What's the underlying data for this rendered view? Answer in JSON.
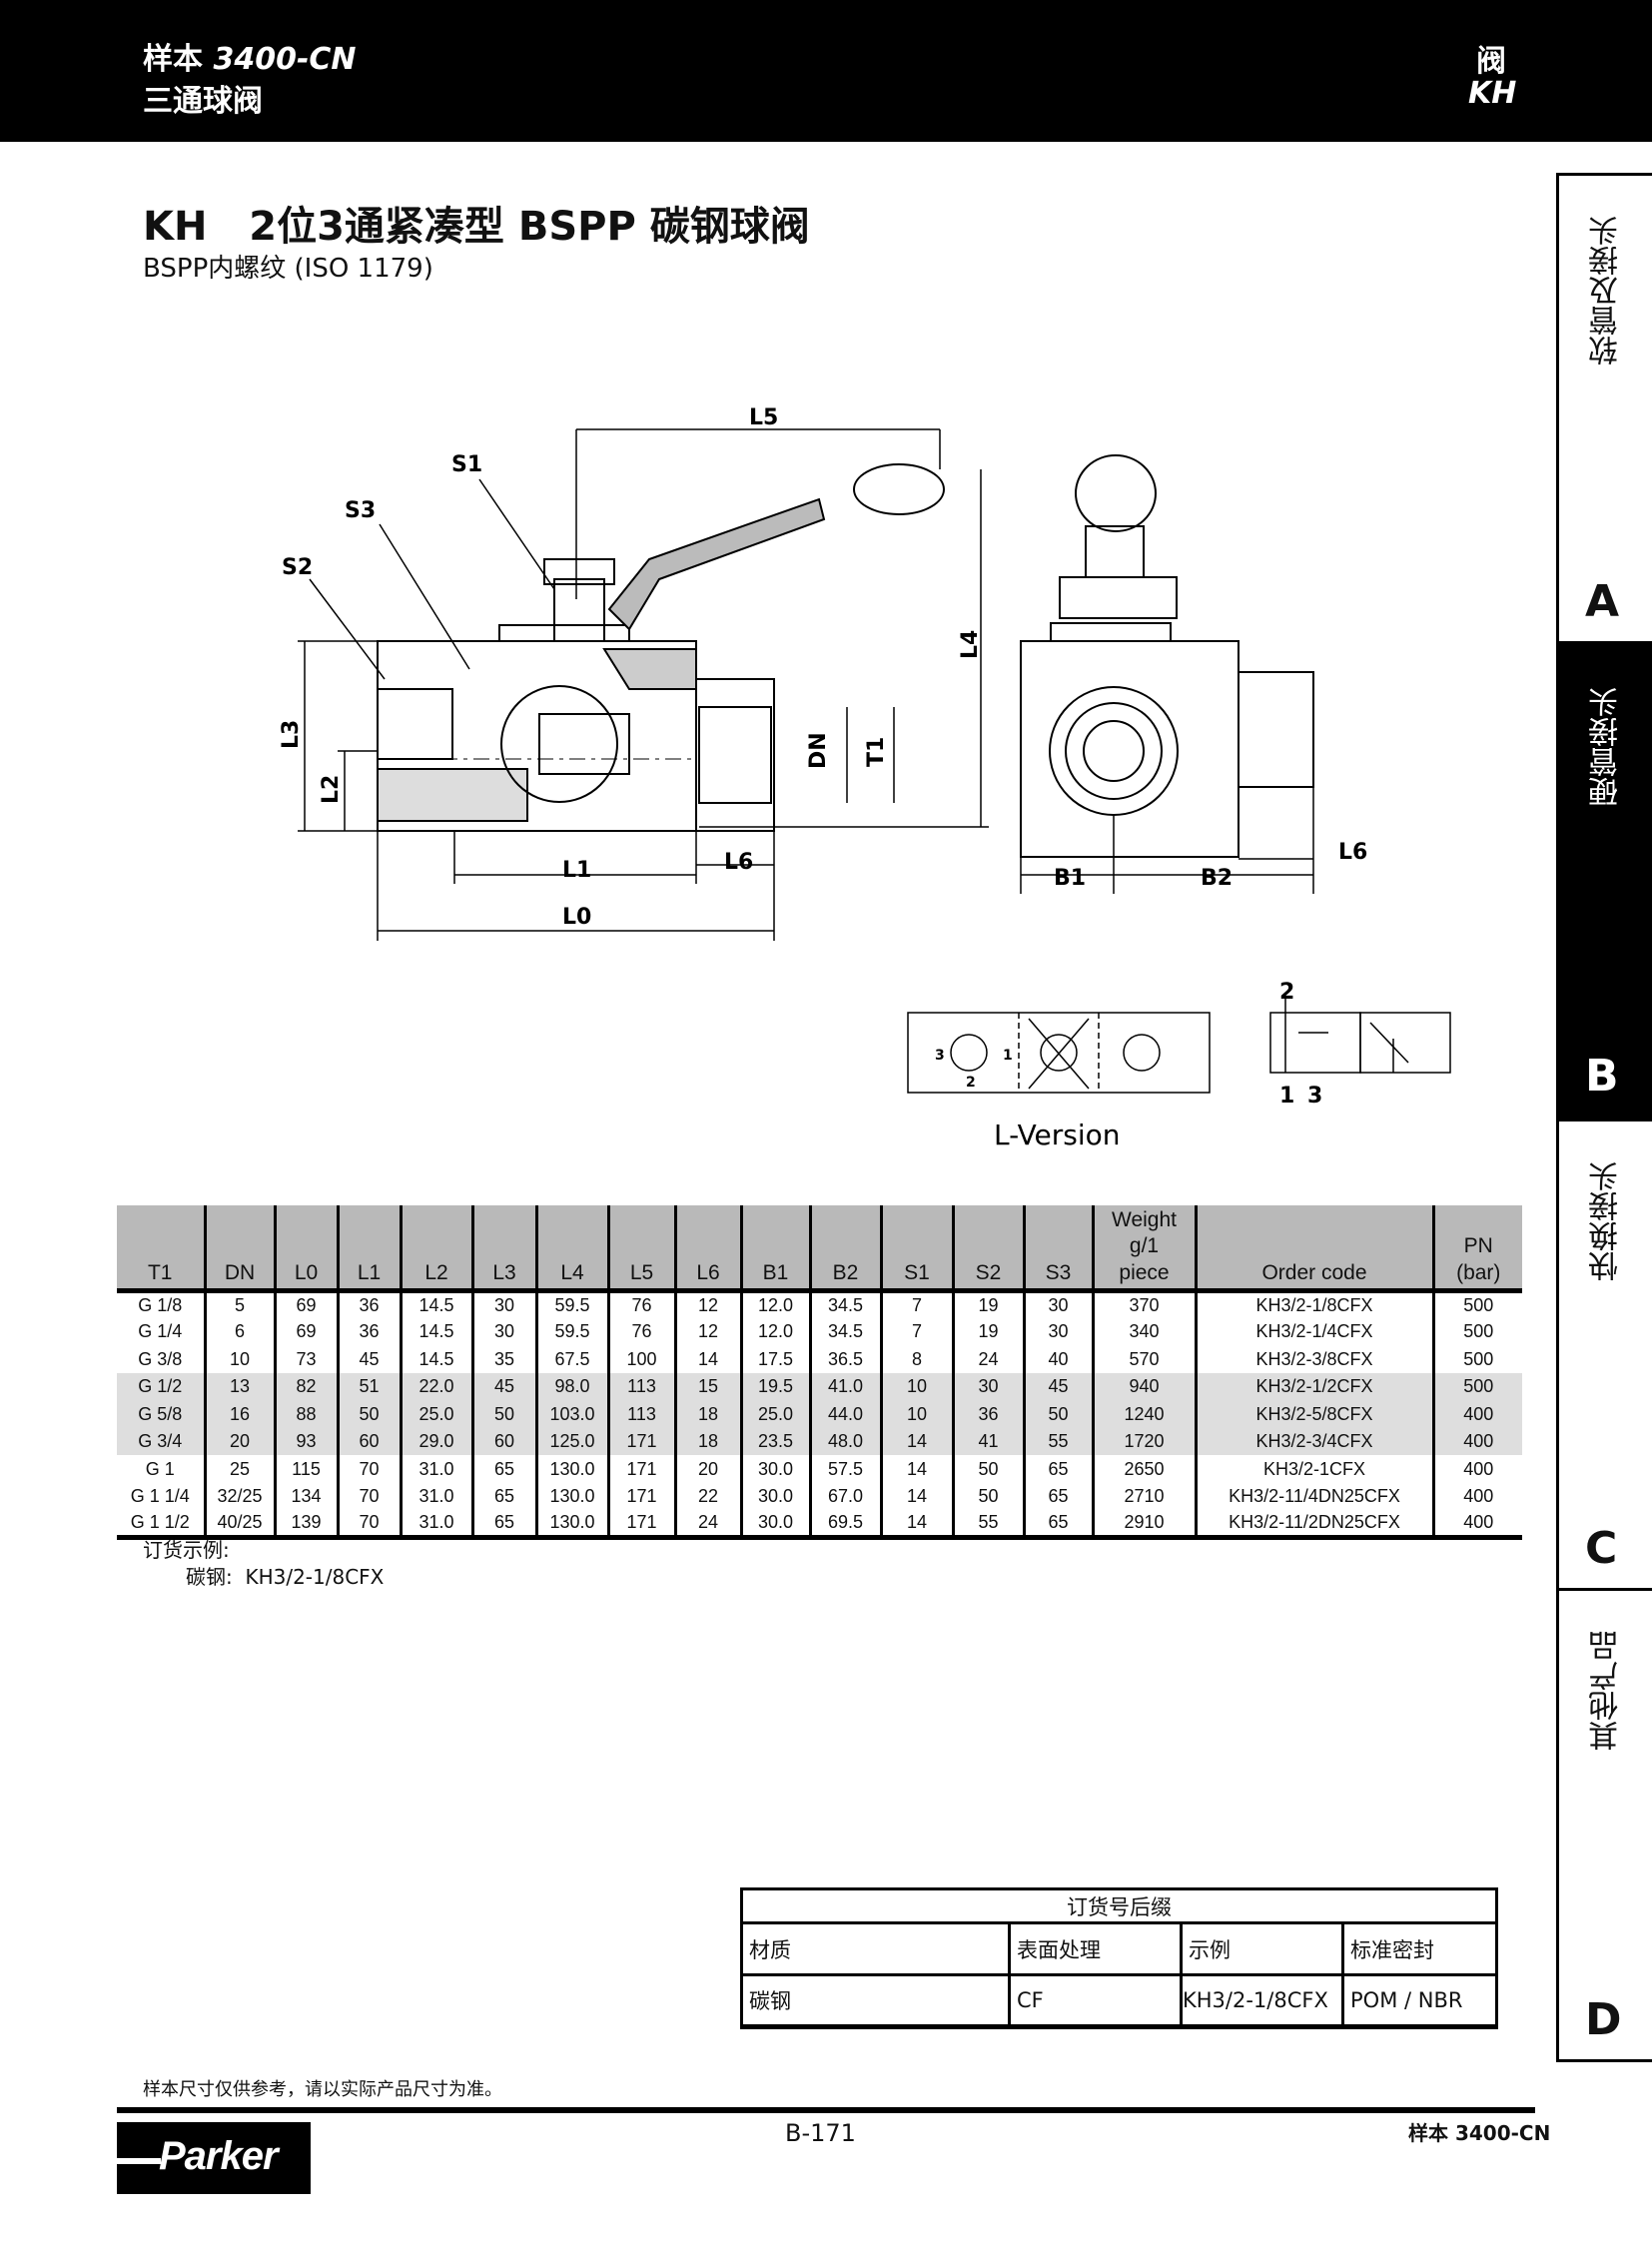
{
  "header": {
    "catalog_prefix": "样本",
    "catalog_no": "3400-CN",
    "subtitle": "三通球阀",
    "right_cat": "阀",
    "right_code": "KH"
  },
  "title": "KH   2位3通紧凑型 BSPP 碳钢球阀",
  "subtitle": "BSPP内螺纹 (ISO 1179)",
  "side_tabs": [
    {
      "label": "软管及接头",
      "letter": "A"
    },
    {
      "label": "硬管接头",
      "letter": "B",
      "active": true
    },
    {
      "label": "快换接头",
      "letter": "C"
    },
    {
      "label": "其他产品",
      "letter": "D"
    }
  ],
  "drawing": {
    "labels": {
      "L5": "L5",
      "S1": "S1",
      "S3": "S3",
      "S2": "S2",
      "L3": "L3",
      "L2": "L2",
      "L1": "L1",
      "L6": "L6",
      "L0": "L0",
      "DN": "DN",
      "T1": "T1",
      "L4": "L4",
      "B1": "B1",
      "B2": "B2",
      "L6_side": "L6"
    },
    "symbol_ports": {
      "p2": "2",
      "p1": "1",
      "p3": "3",
      "s3": "3",
      "s1": "1",
      "s2": "2"
    },
    "version_label": "L-Version"
  },
  "table": {
    "headers": [
      "T1",
      "DN",
      "L0",
      "L1",
      "L2",
      "L3",
      "L4",
      "L5",
      "L6",
      "B1",
      "B2",
      "S1",
      "S2",
      "S3",
      "Weight g/1 piece",
      "Order code",
      "PN (bar)"
    ],
    "rows": [
      [
        "G 1/8",
        "5",
        "69",
        "36",
        "14.5",
        "30",
        "59.5",
        "76",
        "12",
        "12.0",
        "34.5",
        "7",
        "19",
        "30",
        "370",
        "KH3/2-1/8CFX",
        "500"
      ],
      [
        "G 1/4",
        "6",
        "69",
        "36",
        "14.5",
        "30",
        "59.5",
        "76",
        "12",
        "12.0",
        "34.5",
        "7",
        "19",
        "30",
        "340",
        "KH3/2-1/4CFX",
        "500"
      ],
      [
        "G 3/8",
        "10",
        "73",
        "45",
        "14.5",
        "35",
        "67.5",
        "100",
        "14",
        "17.5",
        "36.5",
        "8",
        "24",
        "40",
        "570",
        "KH3/2-3/8CFX",
        "500"
      ],
      [
        "G 1/2",
        "13",
        "82",
        "51",
        "22.0",
        "45",
        "98.0",
        "113",
        "15",
        "19.5",
        "41.0",
        "10",
        "30",
        "45",
        "940",
        "KH3/2-1/2CFX",
        "500"
      ],
      [
        "G 5/8",
        "16",
        "88",
        "50",
        "25.0",
        "50",
        "103.0",
        "113",
        "18",
        "25.0",
        "44.0",
        "10",
        "36",
        "50",
        "1240",
        "KH3/2-5/8CFX",
        "400"
      ],
      [
        "G 3/4",
        "20",
        "93",
        "60",
        "29.0",
        "60",
        "125.0",
        "171",
        "18",
        "23.5",
        "48.0",
        "14",
        "41",
        "55",
        "1720",
        "KH3/2-3/4CFX",
        "400"
      ],
      [
        "G 1",
        "25",
        "115",
        "70",
        "31.0",
        "65",
        "130.0",
        "171",
        "20",
        "30.0",
        "57.5",
        "14",
        "50",
        "65",
        "2650",
        "KH3/2-1CFX",
        "400"
      ],
      [
        "G 1 1/4",
        "32/25",
        "134",
        "70",
        "31.0",
        "65",
        "130.0",
        "171",
        "22",
        "30.0",
        "67.0",
        "14",
        "50",
        "65",
        "2710",
        "KH3/2-11/4DN25CFX",
        "400"
      ],
      [
        "G 1 1/2",
        "40/25",
        "139",
        "70",
        "31.0",
        "65",
        "130.0",
        "171",
        "24",
        "30.0",
        "69.5",
        "14",
        "55",
        "65",
        "2910",
        "KH3/2-11/2DN25CFX",
        "400"
      ]
    ]
  },
  "order_example": {
    "label": "订货示例:",
    "value": "碳钢:  KH3/2-1/8CFX"
  },
  "suffix_table": {
    "title": "订货号后缀",
    "headers": [
      "材质",
      "表面处理",
      "示例",
      "标准密封"
    ],
    "row": [
      "碳钢",
      "CF",
      "KH3/2-1/8CFX",
      "POM / NBR"
    ]
  },
  "footer": {
    "note": "样本尺寸仅供参考，请以实际产品尺寸为准。",
    "page": "B-171",
    "catalog": "样本 3400-CN",
    "logo": "Parker"
  }
}
